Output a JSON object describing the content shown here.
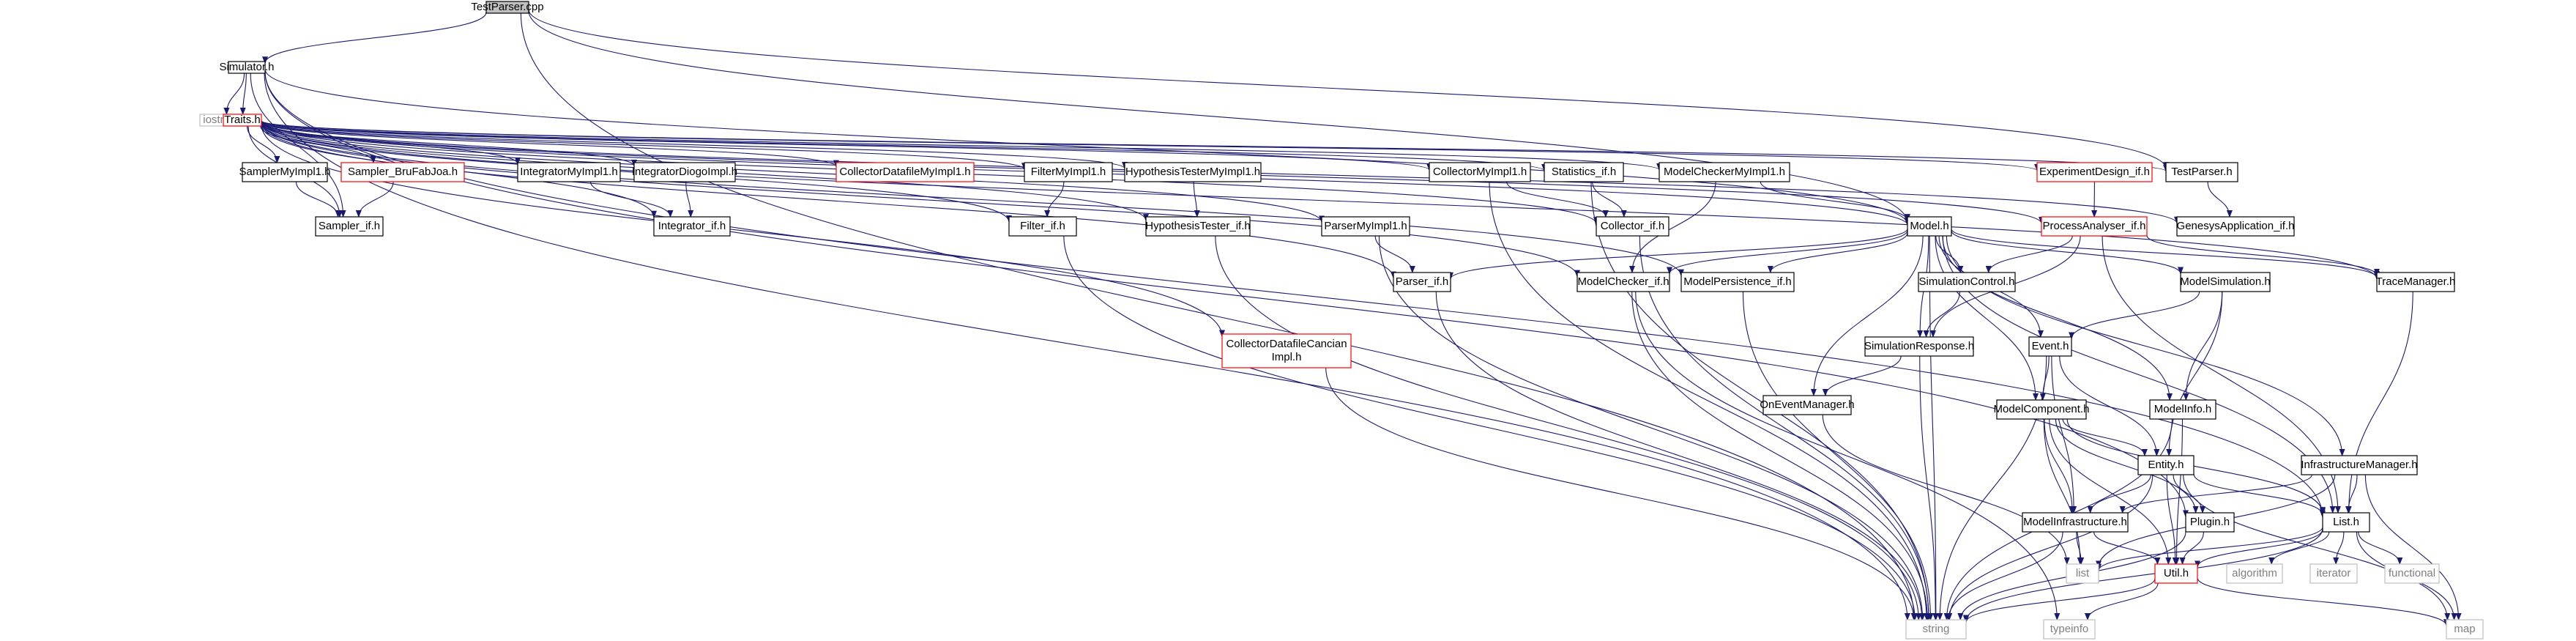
{
  "diagram": {
    "colors": {
      "edge": "#191970",
      "documented_border": "#000000",
      "undocumented_border": "#ff0000",
      "system_header_border": "#bfbfbf",
      "root_fill": "#bfbfbf"
    },
    "nodes": [
      {
        "id": "testparser_cpp",
        "label": "TestParser.cpp",
        "kind": "root"
      },
      {
        "id": "simulator_h",
        "label": "Simulator.h",
        "kind": "std"
      },
      {
        "id": "iostream",
        "label": "iostream",
        "kind": "sys"
      },
      {
        "id": "traits_h",
        "label": "Traits.h",
        "kind": "red"
      },
      {
        "id": "samplermyimpl1_h",
        "label": "SamplerMyImpl1.h",
        "kind": "std"
      },
      {
        "id": "sampler_brufabjoa_h",
        "label": "Sampler_BruFabJoa.h",
        "kind": "red"
      },
      {
        "id": "integratormyimpl1_h",
        "label": "IntegratorMyImpl1.h",
        "kind": "std"
      },
      {
        "id": "integratordiogoimpl_h",
        "label": "IntegratorDiogoImpl.h",
        "kind": "std"
      },
      {
        "id": "collectordatafilemyimpl1_h",
        "label": "CollectorDatafileMyImpl1.h",
        "kind": "red"
      },
      {
        "id": "filtermyimpl1_h",
        "label": "FilterMyImpl1.h",
        "kind": "std"
      },
      {
        "id": "hypothesistestermyimpl1_h",
        "label": "HypothesisTesterMyImpl1.h",
        "kind": "std"
      },
      {
        "id": "collectormyimpl1_h",
        "label": "CollectorMyImpl1.h",
        "kind": "std"
      },
      {
        "id": "statistics_if_h",
        "label": "Statistics_if.h",
        "kind": "std"
      },
      {
        "id": "modelcheckermyimpl1_h",
        "label": "ModelCheckerMyImpl1.h",
        "kind": "std"
      },
      {
        "id": "experimentdesign_if_h",
        "label": "ExperimentDesign_if.h",
        "kind": "red"
      },
      {
        "id": "testparser_h",
        "label": "TestParser.h",
        "kind": "std"
      },
      {
        "id": "sampler_if_h",
        "label": "Sampler_if.h",
        "kind": "std"
      },
      {
        "id": "integrator_if_h",
        "label": "Integrator_if.h",
        "kind": "std"
      },
      {
        "id": "filter_if_h",
        "label": "Filter_if.h",
        "kind": "std"
      },
      {
        "id": "hypothesistester_if_h",
        "label": "HypothesisTester_if.h",
        "kind": "std"
      },
      {
        "id": "collector_if_h",
        "label": "Collector_if.h",
        "kind": "std"
      },
      {
        "id": "parsermyimpl1_h",
        "label": "ParserMyImpl1.h",
        "kind": "std"
      },
      {
        "id": "model_h",
        "label": "Model.h",
        "kind": "std"
      },
      {
        "id": "processanalyser_if_h",
        "label": "ProcessAnalyser_if.h",
        "kind": "red"
      },
      {
        "id": "genesysapplication_if_h",
        "label": "GenesysApplication_if.h",
        "kind": "std"
      },
      {
        "id": "parser_if_h",
        "label": "Parser_if.h",
        "kind": "std"
      },
      {
        "id": "modelchecker_if_h",
        "label": "ModelChecker_if.h",
        "kind": "std"
      },
      {
        "id": "modelpersistence_if_h",
        "label": "ModelPersistence_if.h",
        "kind": "std"
      },
      {
        "id": "simulationcontrol_h",
        "label": "SimulationControl.h",
        "kind": "std"
      },
      {
        "id": "modelsimulation_h",
        "label": "ModelSimulation.h",
        "kind": "std"
      },
      {
        "id": "tracemanager_h",
        "label": "TraceManager.h",
        "kind": "std"
      },
      {
        "id": "collectordatafilecancianimpl_h",
        "label": "CollectorDatafileCancian\nImpl.h",
        "kind": "red"
      },
      {
        "id": "simulationresponse_h",
        "label": "SimulationResponse.h",
        "kind": "std"
      },
      {
        "id": "event_h",
        "label": "Event.h",
        "kind": "std"
      },
      {
        "id": "oneventmanager_h",
        "label": "OnEventManager.h",
        "kind": "std"
      },
      {
        "id": "modelcomponent_h",
        "label": "ModelComponent.h",
        "kind": "std"
      },
      {
        "id": "modelinfo_h",
        "label": "ModelInfo.h",
        "kind": "std"
      },
      {
        "id": "entity_h",
        "label": "Entity.h",
        "kind": "std"
      },
      {
        "id": "infrastructuremanager_h",
        "label": "InfrastructureManager.h",
        "kind": "std"
      },
      {
        "id": "modelinfrastructure_h",
        "label": "ModelInfrastructure.h",
        "kind": "std"
      },
      {
        "id": "plugin_h",
        "label": "Plugin.h",
        "kind": "std"
      },
      {
        "id": "list_h",
        "label": "List.h",
        "kind": "std"
      },
      {
        "id": "list",
        "label": "list",
        "kind": "sys"
      },
      {
        "id": "util_h",
        "label": "Util.h",
        "kind": "red"
      },
      {
        "id": "algorithm",
        "label": "algorithm",
        "kind": "sys"
      },
      {
        "id": "iterator",
        "label": "iterator",
        "kind": "sys"
      },
      {
        "id": "functional",
        "label": "functional",
        "kind": "sys"
      },
      {
        "id": "string",
        "label": "string",
        "kind": "sys"
      },
      {
        "id": "typeinfo",
        "label": "typeinfo",
        "kind": "sys"
      },
      {
        "id": "map",
        "label": "map",
        "kind": "sys"
      }
    ],
    "edges": [
      [
        "testparser_cpp",
        "simulator_h"
      ],
      [
        "testparser_cpp",
        "model_h"
      ],
      [
        "testparser_cpp",
        "testparser_h"
      ],
      [
        "testparser_cpp",
        "string"
      ],
      [
        "simulator_h",
        "iostream"
      ],
      [
        "simulator_h",
        "traits_h"
      ],
      [
        "simulator_h",
        "sampler_if_h"
      ],
      [
        "simulator_h",
        "model_h"
      ],
      [
        "simulator_h",
        "plugin_h"
      ],
      [
        "simulator_h",
        "list_h"
      ],
      [
        "simulator_h",
        "string"
      ],
      [
        "traits_h",
        "samplermyimpl1_h"
      ],
      [
        "traits_h",
        "sampler_brufabjoa_h"
      ],
      [
        "traits_h",
        "integratormyimpl1_h"
      ],
      [
        "traits_h",
        "integratordiogoimpl_h"
      ],
      [
        "traits_h",
        "collectordatafilemyimpl1_h"
      ],
      [
        "traits_h",
        "filtermyimpl1_h"
      ],
      [
        "traits_h",
        "hypothesistestermyimpl1_h"
      ],
      [
        "traits_h",
        "collectormyimpl1_h"
      ],
      [
        "traits_h",
        "statistics_if_h"
      ],
      [
        "traits_h",
        "modelcheckermyimpl1_h"
      ],
      [
        "traits_h",
        "experimentdesign_if_h"
      ],
      [
        "traits_h",
        "testparser_h"
      ],
      [
        "traits_h",
        "sampler_if_h"
      ],
      [
        "traits_h",
        "integrator_if_h"
      ],
      [
        "traits_h",
        "filter_if_h"
      ],
      [
        "traits_h",
        "hypothesistester_if_h"
      ],
      [
        "traits_h",
        "parsermyimpl1_h"
      ],
      [
        "traits_h",
        "collector_if_h"
      ],
      [
        "traits_h",
        "parser_if_h"
      ],
      [
        "traits_h",
        "model_h"
      ],
      [
        "traits_h",
        "modelchecker_if_h"
      ],
      [
        "traits_h",
        "modelpersistence_if_h"
      ],
      [
        "traits_h",
        "processanalyser_if_h"
      ],
      [
        "traits_h",
        "genesysapplication_if_h"
      ],
      [
        "traits_h",
        "tracemanager_h"
      ],
      [
        "traits_h",
        "collectordatafilecancianimpl_h"
      ],
      [
        "samplermyimpl1_h",
        "sampler_if_h"
      ],
      [
        "sampler_brufabjoa_h",
        "sampler_if_h"
      ],
      [
        "integratormyimpl1_h",
        "integrator_if_h"
      ],
      [
        "integratordiogoimpl_h",
        "integrator_if_h"
      ],
      [
        "filtermyimpl1_h",
        "filter_if_h"
      ],
      [
        "hypothesistestermyimpl1_h",
        "hypothesistester_if_h"
      ],
      [
        "collectormyimpl1_h",
        "collector_if_h"
      ],
      [
        "collectormyimpl1_h",
        "string"
      ],
      [
        "statistics_if_h",
        "collector_if_h"
      ],
      [
        "statistics_if_h",
        "string"
      ],
      [
        "modelcheckermyimpl1_h",
        "model_h"
      ],
      [
        "modelcheckermyimpl1_h",
        "modelchecker_if_h"
      ],
      [
        "experimentdesign_if_h",
        "processanalyser_if_h"
      ],
      [
        "testparser_h",
        "genesysapplication_if_h"
      ],
      [
        "filter_if_h",
        "string"
      ],
      [
        "hypothesistester_if_h",
        "string"
      ],
      [
        "collector_if_h",
        "string"
      ],
      [
        "parsermyimpl1_h",
        "parser_if_h"
      ],
      [
        "parsermyimpl1_h",
        "string"
      ],
      [
        "collectordatafilecancianimpl_h",
        "string"
      ],
      [
        "model_h",
        "parser_if_h"
      ],
      [
        "model_h",
        "modelchecker_if_h"
      ],
      [
        "model_h",
        "modelpersistence_if_h"
      ],
      [
        "model_h",
        "simulationcontrol_h"
      ],
      [
        "model_h",
        "modelsimulation_h"
      ],
      [
        "model_h",
        "tracemanager_h"
      ],
      [
        "model_h",
        "simulationresponse_h"
      ],
      [
        "model_h",
        "event_h"
      ],
      [
        "model_h",
        "oneventmanager_h"
      ],
      [
        "model_h",
        "modelcomponent_h"
      ],
      [
        "model_h",
        "modelinfo_h"
      ],
      [
        "model_h",
        "infrastructuremanager_h"
      ],
      [
        "model_h",
        "list_h"
      ],
      [
        "model_h",
        "string"
      ],
      [
        "processanalyser_if_h",
        "simulationcontrol_h"
      ],
      [
        "processanalyser_if_h",
        "simulationresponse_h"
      ],
      [
        "processanalyser_if_h",
        "list_h"
      ],
      [
        "processanalyser_if_h",
        "tracemanager_h"
      ],
      [
        "parser_if_h",
        "string"
      ],
      [
        "modelchecker_if_h",
        "string"
      ],
      [
        "modelchecker_if_h",
        "typeinfo"
      ],
      [
        "modelpersistence_if_h",
        "string"
      ],
      [
        "simulationcontrol_h",
        "simulationresponse_h"
      ],
      [
        "modelsimulation_h",
        "event_h"
      ],
      [
        "modelsimulation_h",
        "modelinfo_h"
      ],
      [
        "modelsimulation_h",
        "entity_h"
      ],
      [
        "tracemanager_h",
        "list_h"
      ],
      [
        "simulationresponse_h",
        "oneventmanager_h"
      ],
      [
        "simulationresponse_h",
        "string"
      ],
      [
        "event_h",
        "modelcomponent_h"
      ],
      [
        "event_h",
        "entity_h"
      ],
      [
        "event_h",
        "modelinfrastructure_h"
      ],
      [
        "event_h",
        "string"
      ],
      [
        "oneventmanager_h",
        "list"
      ],
      [
        "modelcomponent_h",
        "entity_h"
      ],
      [
        "modelcomponent_h",
        "plugin_h"
      ],
      [
        "modelcomponent_h",
        "modelinfrastructure_h"
      ],
      [
        "modelcomponent_h",
        "list_h"
      ],
      [
        "modelcomponent_h",
        "list"
      ],
      [
        "modelcomponent_h",
        "util_h"
      ],
      [
        "modelinfo_h",
        "util_h"
      ],
      [
        "modelinfo_h",
        "string"
      ],
      [
        "entity_h",
        "modelinfrastructure_h"
      ],
      [
        "entity_h",
        "plugin_h"
      ],
      [
        "entity_h",
        "list_h"
      ],
      [
        "entity_h",
        "util_h"
      ],
      [
        "entity_h",
        "map"
      ],
      [
        "entity_h",
        "string"
      ],
      [
        "infrastructuremanager_h",
        "modelinfrastructure_h"
      ],
      [
        "infrastructuremanager_h",
        "list_h"
      ],
      [
        "infrastructuremanager_h",
        "list"
      ],
      [
        "infrastructuremanager_h",
        "map"
      ],
      [
        "modelinfrastructure_h",
        "list"
      ],
      [
        "modelinfrastructure_h",
        "util_h"
      ],
      [
        "modelinfrastructure_h",
        "string"
      ],
      [
        "plugin_h",
        "util_h"
      ],
      [
        "plugin_h",
        "string"
      ],
      [
        "list_h",
        "list"
      ],
      [
        "list_h",
        "util_h"
      ],
      [
        "list_h",
        "algorithm"
      ],
      [
        "list_h",
        "iterator"
      ],
      [
        "list_h",
        "functional"
      ],
      [
        "list_h",
        "map"
      ],
      [
        "list_h",
        "string"
      ],
      [
        "util_h",
        "string"
      ],
      [
        "util_h",
        "typeinfo"
      ],
      [
        "util_h",
        "map"
      ]
    ]
  }
}
